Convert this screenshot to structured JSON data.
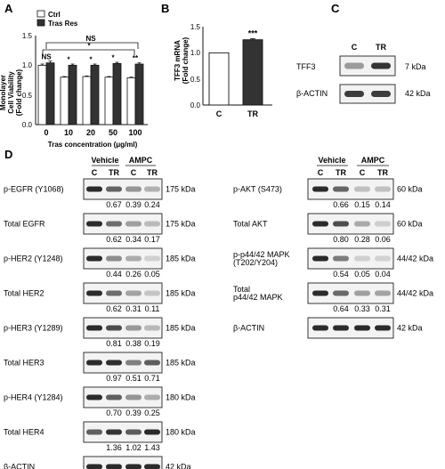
{
  "panels": {
    "a": "A",
    "b": "B",
    "c": "C",
    "d": "D"
  },
  "chart_data": [
    {
      "type": "bar",
      "panel": "A",
      "categories": [
        "0",
        "10",
        "20",
        "50",
        "100"
      ],
      "series": [
        {
          "name": "Ctrl",
          "values": [
            1.0,
            0.8,
            0.81,
            0.8,
            0.79
          ],
          "color": "#ffffff"
        },
        {
          "name": "Tras Res",
          "values": [
            1.04,
            1.0,
            1.0,
            1.03,
            1.02
          ],
          "color": "#333333"
        }
      ],
      "errors": [
        [
          0.02,
          0.01,
          0.01,
          0.01,
          0.01
        ],
        [
          0.03,
          0.02,
          0.02,
          0.02,
          0.02
        ]
      ],
      "xlabel": "Tras concentration (μg/ml)",
      "ylabel": "Monolayer Cell Viability (Fold change)",
      "ylabel_lines": [
        "Monolayer",
        "Cell Viability",
        "(Fold change)"
      ],
      "ylim": [
        0,
        1.5
      ],
      "yticks": [
        "0.0",
        "0.5",
        "1.0",
        "1.5"
      ],
      "annotations": [
        "NS",
        "*",
        "*",
        "*",
        "**"
      ],
      "bracket_labels": [
        "NS",
        "*"
      ],
      "legend_position": "top-left"
    },
    {
      "type": "bar",
      "panel": "B",
      "categories": [
        "C",
        "TR"
      ],
      "values": [
        1.0,
        1.25
      ],
      "errors": [
        0.0,
        0.02
      ],
      "colors": [
        "#ffffff",
        "#333333"
      ],
      "ylabel": "TFF3 mRNA (Fold change)",
      "ylabel_lines": [
        "TFF3 mRNA",
        "(Fold change)"
      ],
      "ylim": [
        0,
        1.5
      ],
      "yticks": [
        "0.0",
        "0.5",
        "1.0",
        "1.5"
      ],
      "annotations": [
        "",
        "***"
      ]
    }
  ],
  "blot_c": {
    "cols": [
      "C",
      "TR"
    ],
    "rows": [
      {
        "label": "TFF3",
        "kda": "7 kDa",
        "i": [
          0.35,
          0.95
        ]
      },
      {
        "label": "β-ACTIN",
        "kda": "42 kDa",
        "i": [
          0.9,
          0.9
        ]
      }
    ]
  },
  "blot_d": {
    "groups": [
      "Vehicle",
      "AMPC"
    ],
    "cols": [
      "C",
      "TR",
      "C",
      "TR"
    ],
    "left": [
      {
        "label": "p-EGFR (Y1068)",
        "kda": "175 kDa",
        "i": [
          1.0,
          0.67,
          0.39,
          0.24
        ],
        "ratios": [
          "0.67",
          "0.39",
          "0.24"
        ]
      },
      {
        "label": "Total EGFR",
        "kda": "175 kDa",
        "i": [
          1.0,
          0.62,
          0.34,
          0.17
        ],
        "ratios": [
          "0.62",
          "0.34",
          "0.17"
        ]
      },
      {
        "label": "p-HER2 (Y1248)",
        "kda": "185 kDa",
        "i": [
          1.0,
          0.44,
          0.26,
          0.05
        ],
        "ratios": [
          "0.44",
          "0.26",
          "0.05"
        ]
      },
      {
        "label": "Total HER2",
        "kda": "185 kDa",
        "i": [
          1.0,
          0.62,
          0.31,
          0.11
        ],
        "ratios": [
          "0.62",
          "0.31",
          "0.11"
        ]
      },
      {
        "label": "p-HER3 (Y1289)",
        "kda": "185 kDa",
        "i": [
          1.0,
          0.81,
          0.38,
          0.19
        ],
        "ratios": [
          "0.81",
          "0.38",
          "0.19"
        ]
      },
      {
        "label": "Total HER3",
        "kda": "185 kDa",
        "i": [
          1.0,
          0.97,
          0.51,
          0.71
        ],
        "ratios": [
          "0.97",
          "0.51",
          "0.71"
        ]
      },
      {
        "label": "p-HER4 (Y1284)",
        "kda": "180 kDa",
        "i": [
          1.0,
          0.7,
          0.39,
          0.25
        ],
        "ratios": [
          "0.70",
          "0.39",
          "0.25"
        ]
      },
      {
        "label": "Total HER4",
        "kda": "180 kDa",
        "i": [
          1.0,
          1.36,
          1.02,
          1.43
        ],
        "ratios": [
          "1.36",
          "1.02",
          "1.43"
        ]
      },
      {
        "label": "β-ACTIN",
        "kda": "42 kDa",
        "i": [
          1.0,
          1.0,
          1.0,
          1.0
        ],
        "ratios": []
      }
    ],
    "right": [
      {
        "label": "p-AKT (S473)",
        "label_lines": [
          "p-AKT (S473)"
        ],
        "kda": "60 kDa",
        "i": [
          1.0,
          0.66,
          0.15,
          0.14
        ],
        "ratios": [
          "0.66",
          "0.15",
          "0.14"
        ]
      },
      {
        "label": "Total AKT",
        "label_lines": [
          "Total AKT"
        ],
        "kda": "60 kDa",
        "i": [
          1.0,
          0.8,
          0.28,
          0.06
        ],
        "ratios": [
          "0.80",
          "0.28",
          "0.06"
        ]
      },
      {
        "label": "p-p44/42 MAPK (T202/Y204)",
        "label_lines": [
          "p-p44/42 MAPK",
          "(T202/Y204)"
        ],
        "kda": "44/42 kDa",
        "i": [
          1.0,
          0.54,
          0.05,
          0.04
        ],
        "ratios": [
          "0.54",
          "0.05",
          "0.04"
        ]
      },
      {
        "label": "Total p44/42 MAPK",
        "label_lines": [
          "Total",
          "p44/42 MAPK"
        ],
        "kda": "44/42 kDa",
        "i": [
          1.0,
          0.64,
          0.33,
          0.31
        ],
        "ratios": [
          "0.64",
          "0.33",
          "0.31"
        ]
      },
      {
        "label": "β-ACTIN",
        "label_lines": [
          "β-ACTIN"
        ],
        "kda": "42 kDa",
        "i": [
          1.0,
          1.0,
          1.0,
          1.0
        ],
        "ratios": []
      }
    ]
  }
}
